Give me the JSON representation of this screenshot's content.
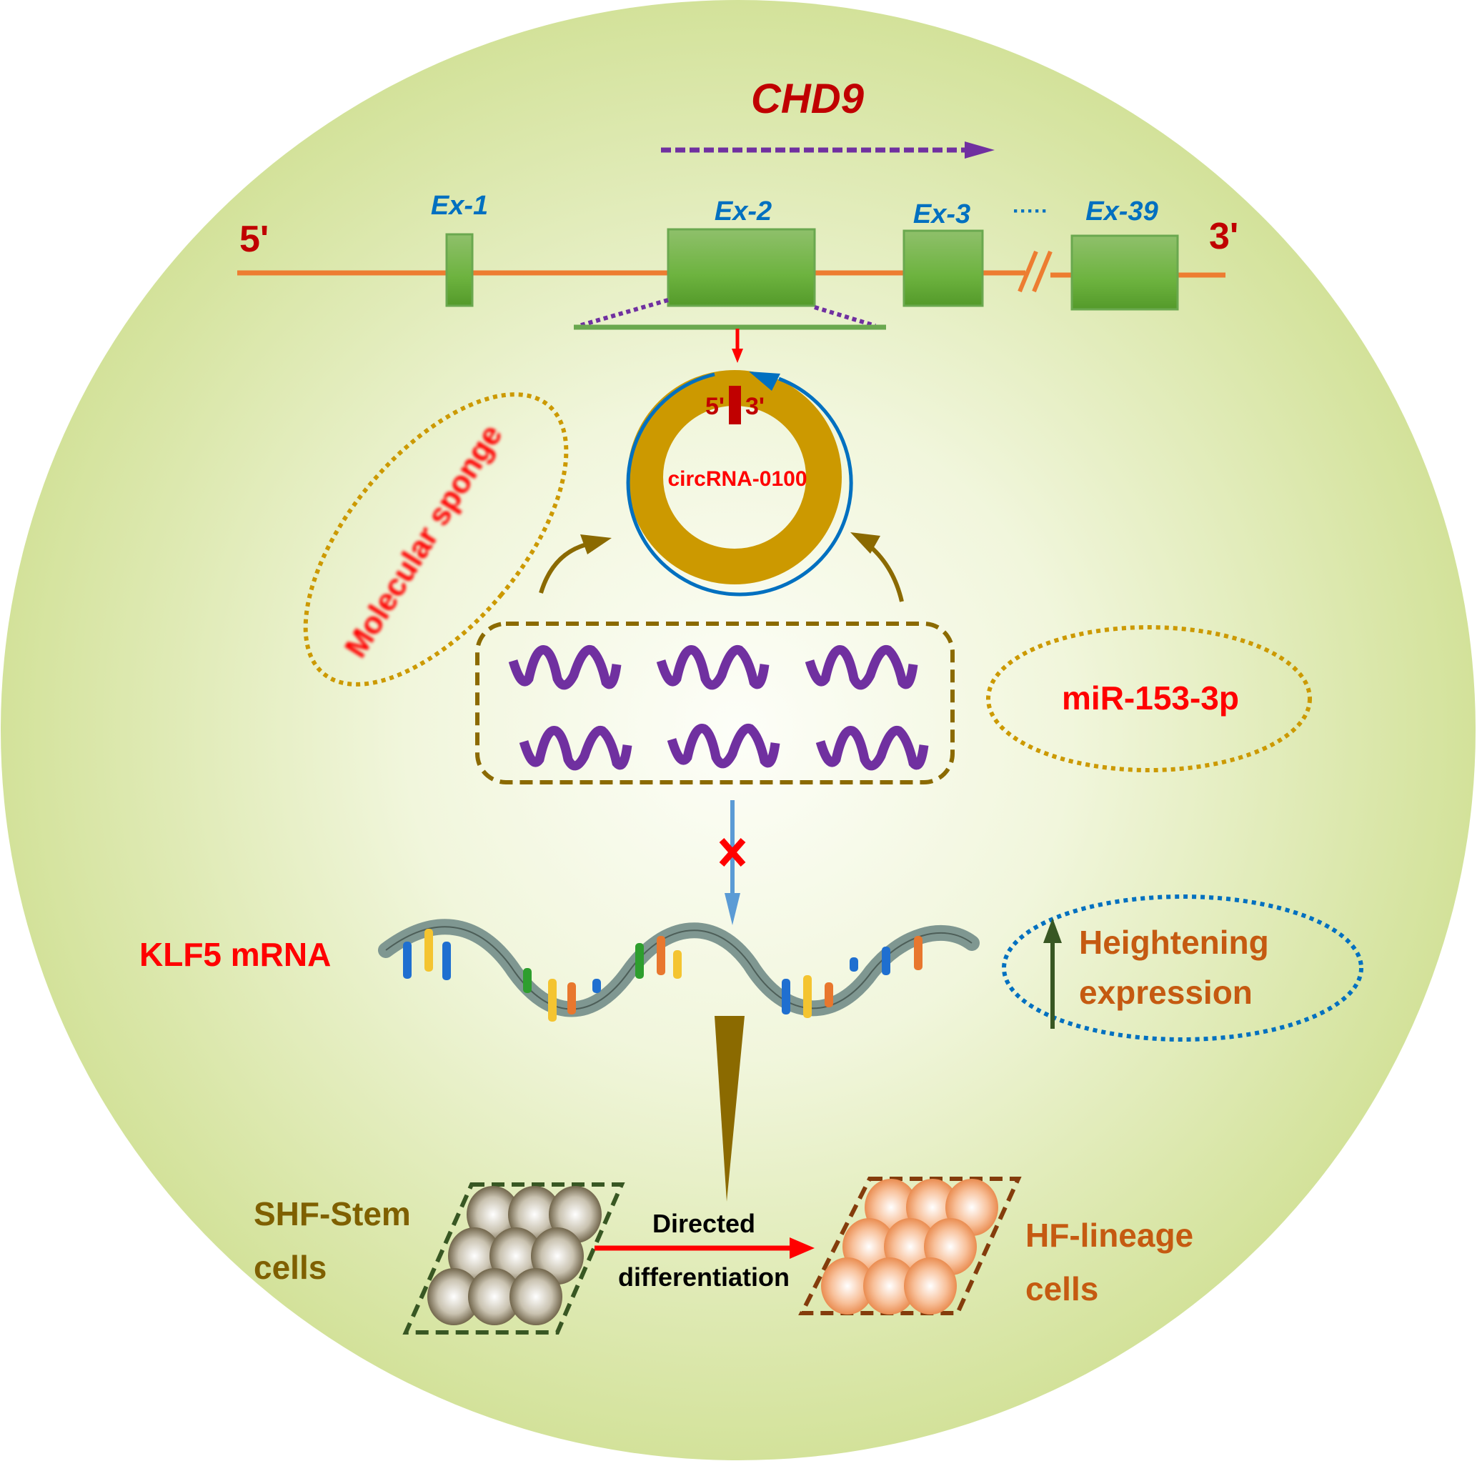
{
  "gene": {
    "name": "CHD9",
    "five_prime": "5'",
    "three_prime": "3'",
    "exons": [
      {
        "label": "Ex-1"
      },
      {
        "label": "Ex-2"
      },
      {
        "label": "Ex-3"
      },
      {
        "label": "Ex-39"
      }
    ],
    "ellipsis": "·····"
  },
  "circrna": {
    "name": "circRNA-0100",
    "five_prime": "5'",
    "three_prime": "3'"
  },
  "labels": {
    "molecular_sponge": "Molecular sponge",
    "mirna": "miR-153-3p",
    "mrna": "KLF5 mRNA",
    "heightening_line1": "Heightening",
    "heightening_line2": "expression",
    "shf_line1": "SHF-Stem",
    "shf_line2": "cells",
    "hf_line1": "HF-lineage",
    "hf_line2": "cells",
    "directed_line1": "Directed",
    "directed_line2": "differentiation"
  },
  "mirna_count": 6,
  "colors": {
    "background_outer": "#d4e39b",
    "background_inner": "#fbfdf5",
    "gene_title": "#c00000",
    "exon_label": "#0070c0",
    "exon_fill": "#6db33f",
    "intron_line": "#ed7d31",
    "mirna_wave": "#7030a0",
    "ring": "#cc9900",
    "ring_outer_arrow": "#0070c0",
    "red_text": "#ff0000",
    "olive": "#8b6a00",
    "orange_text": "#c55a11",
    "shf_text": "#7f6000",
    "dashed_green": "#385723",
    "dashed_brown": "#843c0c",
    "blue_dotted": "#0070c0"
  }
}
